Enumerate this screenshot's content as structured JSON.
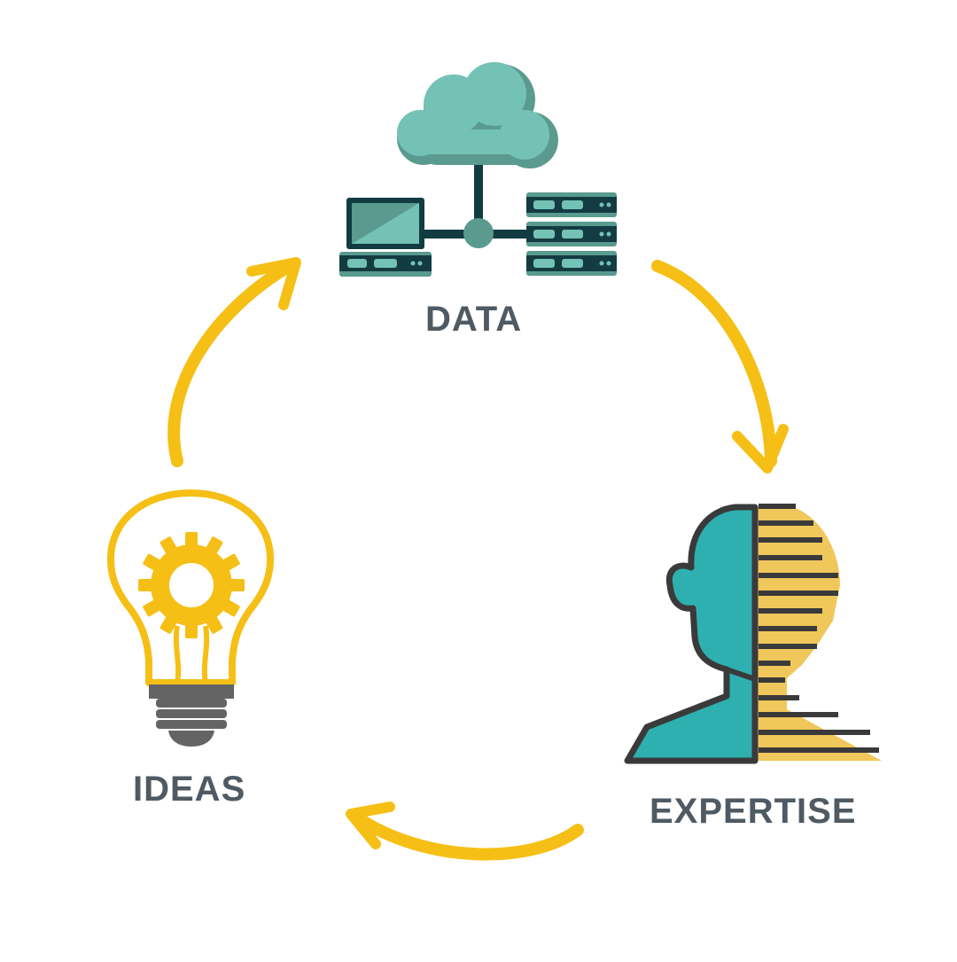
{
  "diagram": {
    "nodes": [
      {
        "id": "data",
        "label": "DATA",
        "icon": "cloud-network-icon"
      },
      {
        "id": "expertise",
        "label": "EXPERTISE",
        "icon": "human-head-profile-icon"
      },
      {
        "id": "ideas",
        "label": "IDEAS",
        "icon": "lightbulb-gear-icon"
      }
    ],
    "edges": [
      {
        "from": "data",
        "to": "expertise"
      },
      {
        "from": "expertise",
        "to": "ideas"
      },
      {
        "from": "ideas",
        "to": "data"
      }
    ]
  },
  "colors": {
    "label_text": "#4f5a63",
    "arrow": "#f5bf16",
    "teal_light": "#74c2b5",
    "teal_dark": "#5a9a8f",
    "teal_head": "#2eb0b0",
    "navy": "#133c42",
    "outline": "#3a3a3a",
    "bulb_yellow": "#f5bf16",
    "stripe_yellow": "#f0c75a",
    "bulb_base": "#646464"
  }
}
